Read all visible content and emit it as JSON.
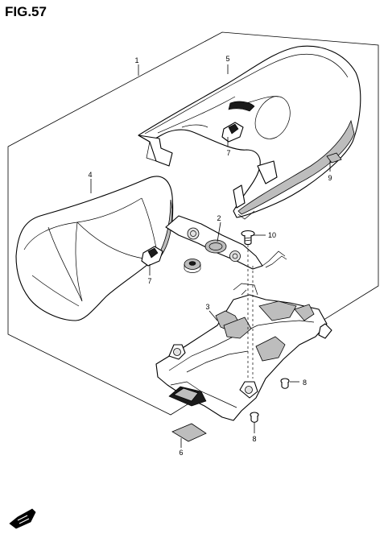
{
  "figure": {
    "title": "FIG.57"
  },
  "callouts": {
    "p1": "1",
    "p2": "2",
    "p3": "3",
    "p4": "4",
    "p5": "5",
    "p6": "6",
    "p7a": "7",
    "p7b": "7",
    "p8a": "8",
    "p8b": "8",
    "p9": "9",
    "p10": "10"
  },
  "icons": {
    "front_arrow": "front-direction-arrow-icon"
  }
}
